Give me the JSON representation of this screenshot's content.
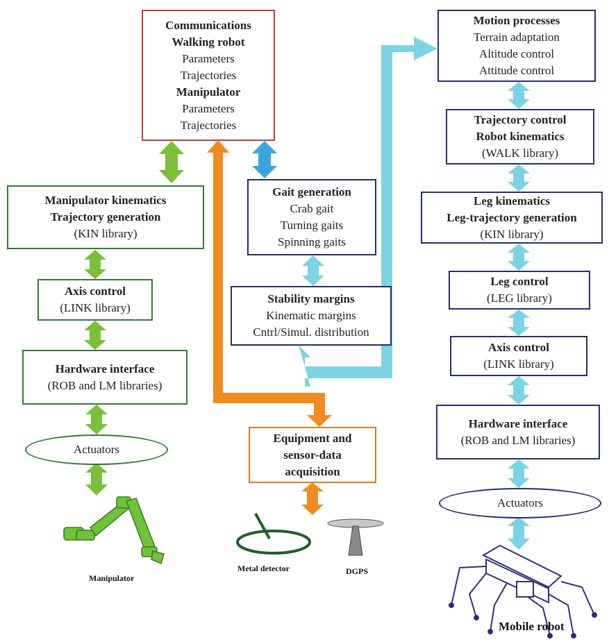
{
  "communications": {
    "title": "Communications",
    "walking_robot": "Walking robot",
    "walking_params": "Parameters",
    "walking_traj": "Trajectories",
    "manipulator": "Manipulator",
    "manip_params": "Parameters",
    "manip_traj": "Trajectories"
  },
  "manipulator_branch": {
    "kinematics_title": "Manipulator kinematics",
    "kinematics_sub": "Trajectory generation",
    "kinematics_lib": "(KIN library)",
    "axis_title": "Axis control",
    "axis_lib": "(LINK library)",
    "hw_title": "Hardware interface",
    "hw_lib": "(ROB and LM libraries)",
    "actuators": "Actuators",
    "device_caption": "Manipulator"
  },
  "gait": {
    "title": "Gait generation",
    "items": [
      "Crab gait",
      "Turning gaits",
      "Spinning gaits"
    ]
  },
  "stability": {
    "title": "Stability margins",
    "items": [
      "Kinematic margins",
      "Cntrl/Simul. distribution"
    ]
  },
  "equipment": {
    "line1": "Equipment and",
    "line2": "sensor-data",
    "line3": "acquisition",
    "metal_caption": "Metal detector",
    "dgps_caption": "DGPS"
  },
  "robot_branch": {
    "motion_title": "Motion processes",
    "motion_items": [
      "Terrain adaptation",
      "Altitude control",
      "Attitude control"
    ],
    "traj_title": "Trajectory control",
    "traj_sub": "Robot kinematics",
    "traj_lib": "(WALK library)",
    "leg_kin_title": "Leg kinematics",
    "leg_kin_sub": "Leg-trajectory generation",
    "leg_kin_lib": "(KIN library)",
    "leg_ctrl_title": "Leg control",
    "leg_ctrl_lib": "(LEG library)",
    "axis_title": "Axis control",
    "axis_lib": "(LINK library)",
    "hw_title": "Hardware interface",
    "hw_lib": "(ROB and LM libraries)",
    "actuators": "Actuators",
    "device_caption": "Mobile robot"
  },
  "colors": {
    "green_arrow": "#7cbf3a",
    "blue_arrow": "#3ba6dc",
    "cyan_arrow": "#7dd3e3",
    "orange_arrow": "#f08b1f",
    "manipulator_device": "#6fc23a"
  }
}
